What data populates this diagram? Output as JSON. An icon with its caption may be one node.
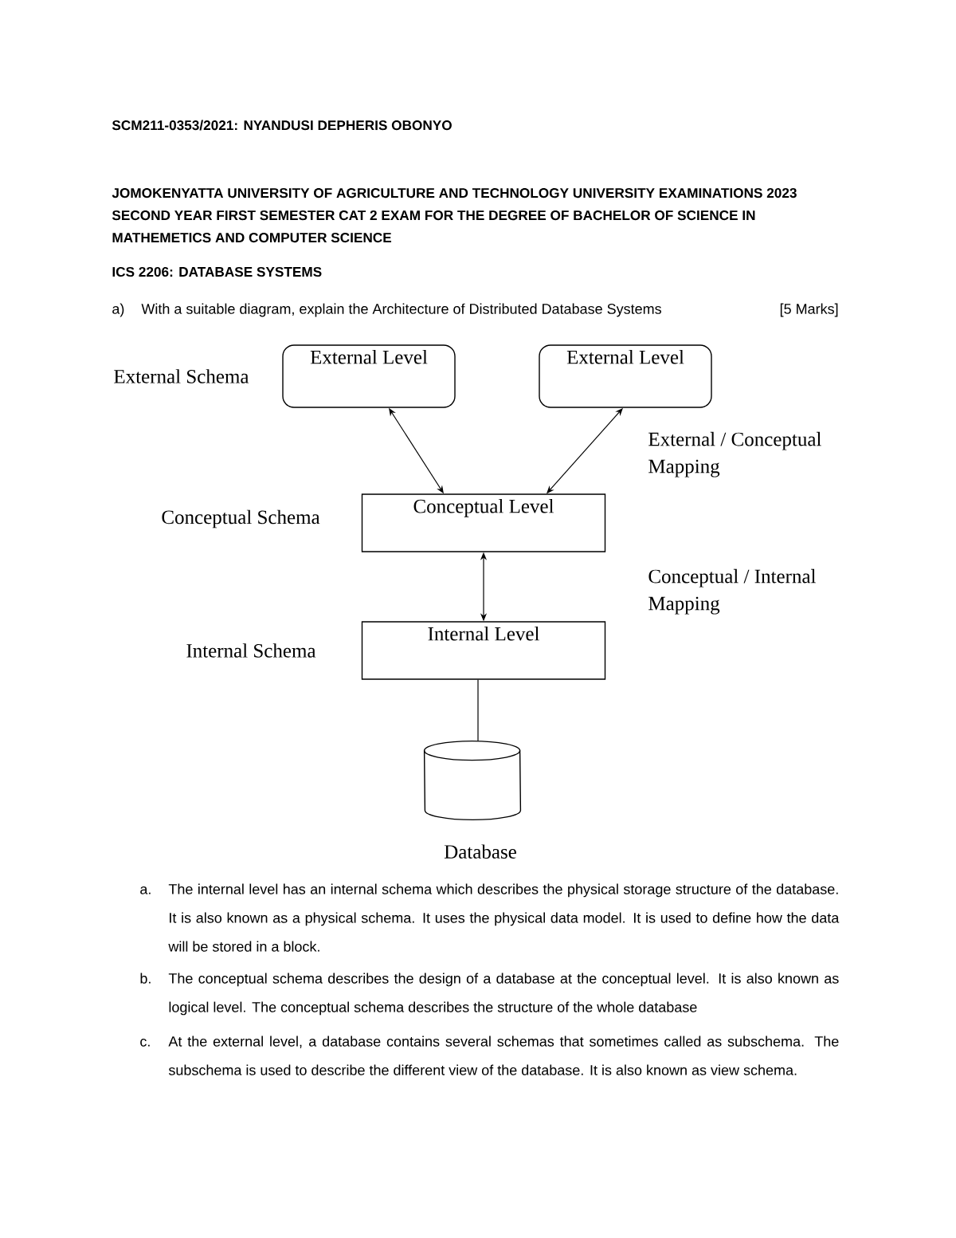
{
  "diagram": {
    "nodes": [
      {
        "text": [
          "External Level"
        ]
      },
      {
        "text": [
          "External Level"
        ]
      },
      {
        "text": [
          "Conceptual Level"
        ]
      },
      {
        "text": [
          "Internal Level"
        ]
      },
      {
        "text": [],
        "shape": "cylinder",
        "beside": [
          "Database"
        ]
      }
    ],
    "edges": [
      {
        "from": 0,
        "to": 2,
        "arrow": "both"
      },
      {
        "from": 1,
        "to": 2,
        "arrow": "both"
      },
      {
        "from": 2,
        "to": 3,
        "arrow": "both"
      },
      {
        "from": 3,
        "to": 4,
        "arrow": "none"
      }
    ],
    "labels": [
      "SCM211-0353/2021: NYANDUSI DEPHERIS OBONYO",
      "JOMOKENYATTA UNIVERSITY OF AGRICULTURE AND TECHNOLOGY UNIVERSITY EXAMINATIONS 2023 SECOND YEAR FIRST SEMESTER CAT 2 EXAM FOR THE DEGREE OF BACHELOR OF SCIENCE IN MATHEMETICS AND COMPUTER SCIENCE",
      "ICS 2206: DATABASE SYSTEMS",
      "a)",
      "With a suitable diagram, explain the Architecture of Distributed Database Systems",
      "[5 Marks]",
      "External Schema",
      "External / Conceptual Mapping",
      "Conceptual Schema",
      "Conceptual / Internal Mapping",
      "Internal Schema",
      "a.",
      "The internal level has an internal schema which describes the physical storage structure of the database. It is also known as a physical schema. It uses the physical data model. It is used to define how the data will be stored in a block.",
      "b.",
      "The conceptual schema describes the design of a database at the conceptual level. It is also known as logical level. The conceptual schema describes the structure of the whole database",
      "c.",
      "At the external level, a database contains several schemas that sometimes called as subschema. The subschema is used to describe the different view of the database. It is also known as view schema."
    ]
  }
}
